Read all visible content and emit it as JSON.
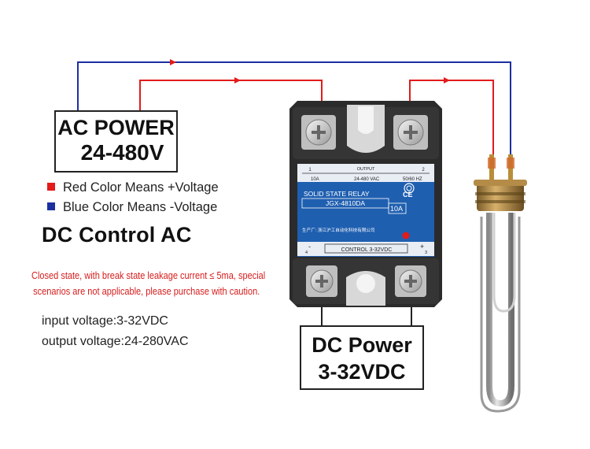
{
  "ac_power": {
    "line1": "AC POWER",
    "line2": "24-480V"
  },
  "legend": {
    "red": {
      "label": "Red Color Means +Voltage",
      "color": "#e31b1b"
    },
    "blue": {
      "label": "Blue Color Means -Voltage",
      "color": "#1c2fa0"
    }
  },
  "title": "DC Control AC",
  "note": {
    "line1": "Closed state, with break state leakage current ≤ 5ma, special",
    "line2": "scenarios are not applicable, please purchase with caution."
  },
  "specs": {
    "input": "input voltage:3-32VDC",
    "output": "output voltage:24-280VAC"
  },
  "dc_power": {
    "line1": "DC Power",
    "line2": "3-32VDC"
  },
  "relay": {
    "output_label": "OUTPUT",
    "terminal_1": "1",
    "terminal_2": "2",
    "terminal_3": "3",
    "terminal_4": "4",
    "current_small": "10A",
    "voltage": "24-480 VAC",
    "frequency": "50/60 HZ",
    "name": "SOLID STATE RELAY",
    "model": "JGX-4810DA",
    "rating": "10A",
    "manufacturer": "生产厂: 浙江沪工自动化科技有限公司",
    "ce": "CE",
    "control": "CONTROL 3-32VDC",
    "minus": "-",
    "plus": "+"
  },
  "colors": {
    "wire_red": "#e31b1b",
    "wire_blue": "#1c2fa0",
    "relay_blue": "#1f5fb0",
    "relay_body": "#2b2b2b"
  },
  "icons": [
    "screw-terminal-icon",
    "led-indicator-icon",
    "ccc-mark-icon",
    "heating-element-icon"
  ]
}
